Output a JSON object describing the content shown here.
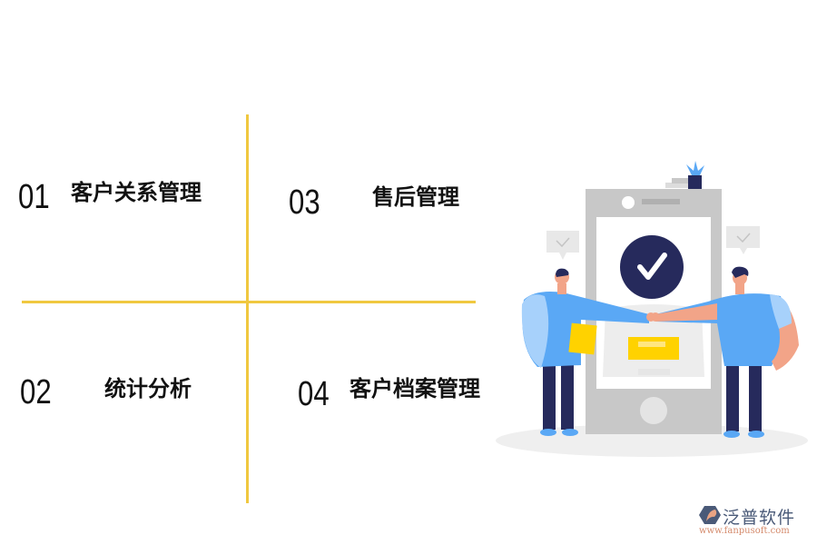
{
  "quadrants": [
    {
      "number": "01",
      "label": "客户关系管理"
    },
    {
      "number": "02",
      "label": "统计分析"
    },
    {
      "number": "03",
      "label": "售后管理"
    },
    {
      "number": "04",
      "label": "客户档案管理"
    }
  ],
  "colors": {
    "divider": "#F0C840",
    "navy": "#262A5C",
    "shirt_blue": "#5AA8F5",
    "skin": "#F2A488",
    "phone_gray": "#C8C8C8",
    "yellow_card": "#FFD200"
  },
  "illustration": {
    "name": "two-people-fist-bump-phone-checkmark"
  },
  "logo": {
    "brand": "泛普软件",
    "url": "www.fanpusoft.com"
  }
}
